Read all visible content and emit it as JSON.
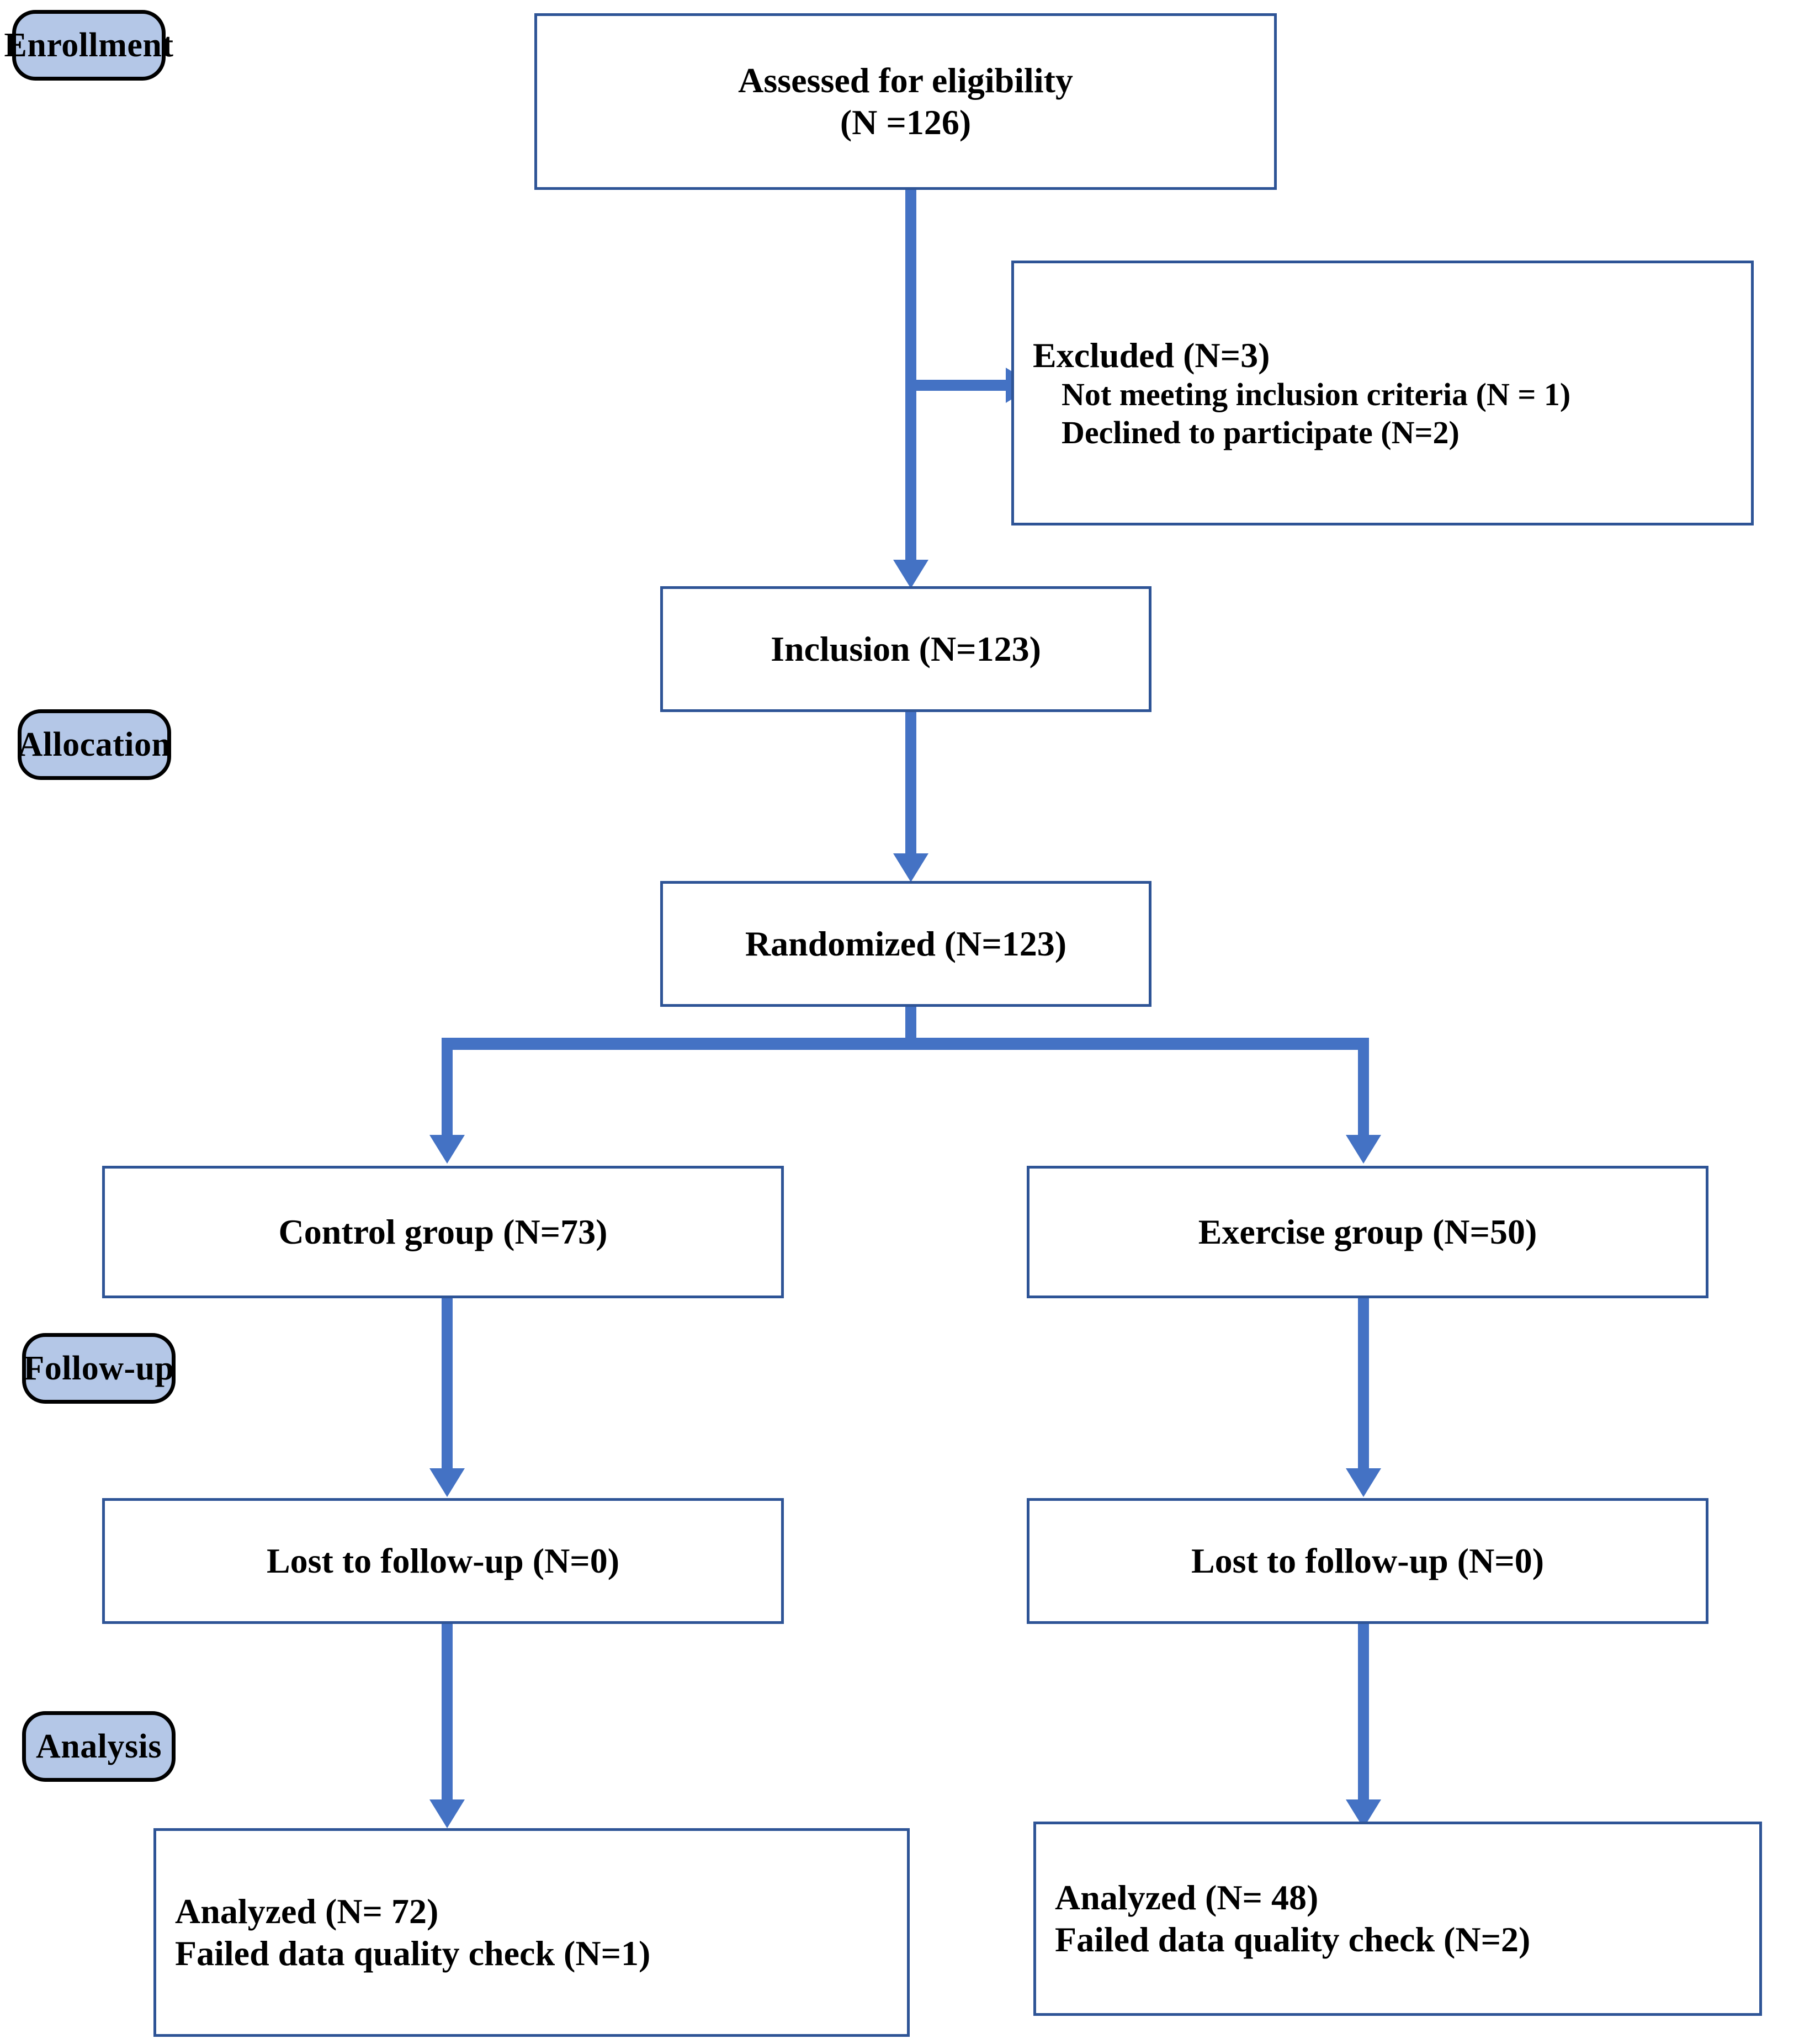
{
  "diagram": {
    "title": "CONSORT participant flow diagram",
    "colors": {
      "stage_fill": "#b4c7e7",
      "stage_border": "#000000",
      "box_border": "#2e5496",
      "connector": "#4472c4",
      "text": "#000000",
      "background": "#ffffff"
    }
  },
  "stages": [
    {
      "id": "enrollment",
      "label": "Enrollment"
    },
    {
      "id": "allocation",
      "label": "Allocation"
    },
    {
      "id": "followup",
      "label": "Follow-up"
    },
    {
      "id": "analysis",
      "label": "Analysis"
    }
  ],
  "nodes": {
    "assessed": {
      "line1": "Assessed for eligibility",
      "line2": "(N =126)"
    },
    "excluded": {
      "line1": "Excluded (N=3)",
      "line2": "Not meeting inclusion criteria (N = 1)",
      "line3": "Declined to participate (N=2)"
    },
    "inclusion": {
      "line1": "Inclusion (N=123)"
    },
    "randomized": {
      "line1": "Randomized (N=123)"
    },
    "control_group": {
      "line1": "Control group (N=73)"
    },
    "exercise_group": {
      "line1": "Exercise group (N=50)"
    },
    "control_lost": {
      "line1": "Lost to follow-up (N=0)"
    },
    "exercise_lost": {
      "line1": "Lost to follow-up (N=0)"
    },
    "control_analyzed": {
      "line1": "Analyzed (N= 72)",
      "line2": "Failed data quality check (N=1)"
    },
    "exercise_analyzed": {
      "line1": "Analyzed (N= 48)",
      "line2": "Failed data quality check (N=2)"
    }
  },
  "counts": {
    "assessed_for_eligibility": 126,
    "excluded_total": 3,
    "excluded_not_meeting_criteria": 1,
    "excluded_declined": 2,
    "included": 123,
    "randomized": 123,
    "control_allocated": 73,
    "exercise_allocated": 50,
    "control_lost_to_followup": 0,
    "exercise_lost_to_followup": 0,
    "control_analyzed": 72,
    "control_failed_quality": 1,
    "exercise_analyzed": 48,
    "exercise_failed_quality": 2
  }
}
